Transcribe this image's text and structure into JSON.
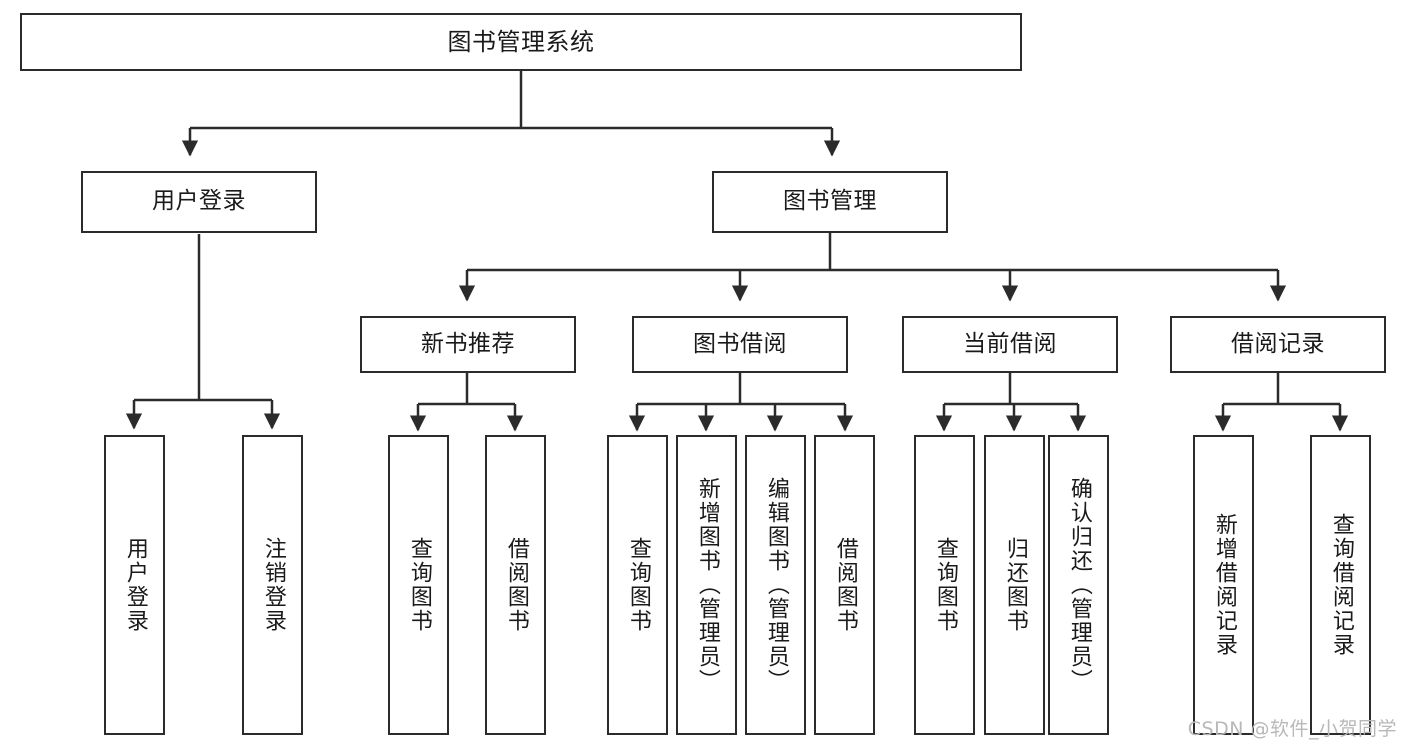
{
  "diagram": {
    "title": "图书管理系统",
    "type": "tree",
    "watermark": "CSDN @软件_小贺同学",
    "colors": {
      "node_border": "#2b2b2b",
      "node_fill": "#ffffff",
      "edge": "#2b2b2b",
      "text": "#1a1a1a",
      "watermark": "#b8b8b8",
      "background": "#ffffff"
    },
    "levels": {
      "root": [
        "图书管理系统"
      ],
      "level2": [
        "用户登录",
        "图书管理"
      ],
      "level3": [
        "新书推荐",
        "图书借阅",
        "当前借阅",
        "借阅记录"
      ],
      "leaves": [
        "用户登录",
        "注销登录",
        "查询图书",
        "借阅图书",
        "查询图书",
        "新增图书（管理员）",
        "编辑图书（管理员）",
        "借阅图书",
        "查询图书",
        "归还图书",
        "确认归还（管理员）",
        "新增借阅记录",
        "查询借阅记录"
      ]
    },
    "nodes": {
      "root": {
        "label": "图书管理系统"
      },
      "user_login": {
        "label": "用户登录"
      },
      "book_manage": {
        "label": "图书管理"
      },
      "new_book_rec": {
        "label": "新书推荐"
      },
      "book_borrow": {
        "label": "图书借阅"
      },
      "current_borrow": {
        "label": "当前借阅"
      },
      "borrow_record": {
        "label": "借阅记录"
      },
      "leaf_user_login": {
        "label": "用户登录"
      },
      "leaf_logout": {
        "label": "注销登录"
      },
      "leaf_query_book_1": {
        "label": "查询图书"
      },
      "leaf_borrow_book_1": {
        "label": "借阅图书"
      },
      "leaf_query_book_2": {
        "label": "查询图书"
      },
      "leaf_add_book": {
        "label": "新增图书（管理员）"
      },
      "leaf_edit_book": {
        "label": "编辑图书（管理员）"
      },
      "leaf_borrow_book_2": {
        "label": "借阅图书"
      },
      "leaf_query_book_3": {
        "label": "查询图书"
      },
      "leaf_return_book": {
        "label": "归还图书"
      },
      "leaf_confirm_return": {
        "label": "确认归还（管理员）"
      },
      "leaf_add_record": {
        "label": "新增借阅记录"
      },
      "leaf_query_record": {
        "label": "查询借阅记录"
      }
    },
    "edges": [
      {
        "from": "root",
        "to": "user_login"
      },
      {
        "from": "root",
        "to": "book_manage"
      },
      {
        "from": "user_login",
        "to": "leaf_user_login"
      },
      {
        "from": "user_login",
        "to": "leaf_logout"
      },
      {
        "from": "book_manage",
        "to": "new_book_rec"
      },
      {
        "from": "book_manage",
        "to": "book_borrow"
      },
      {
        "from": "book_manage",
        "to": "current_borrow"
      },
      {
        "from": "book_manage",
        "to": "borrow_record"
      },
      {
        "from": "new_book_rec",
        "to": "leaf_query_book_1"
      },
      {
        "from": "new_book_rec",
        "to": "leaf_borrow_book_1"
      },
      {
        "from": "book_borrow",
        "to": "leaf_query_book_2"
      },
      {
        "from": "book_borrow",
        "to": "leaf_add_book"
      },
      {
        "from": "book_borrow",
        "to": "leaf_edit_book"
      },
      {
        "from": "book_borrow",
        "to": "leaf_borrow_book_2"
      },
      {
        "from": "current_borrow",
        "to": "leaf_query_book_3"
      },
      {
        "from": "current_borrow",
        "to": "leaf_return_book"
      },
      {
        "from": "current_borrow",
        "to": "leaf_confirm_return"
      },
      {
        "from": "borrow_record",
        "to": "leaf_add_record"
      },
      {
        "from": "borrow_record",
        "to": "leaf_query_record"
      }
    ]
  }
}
